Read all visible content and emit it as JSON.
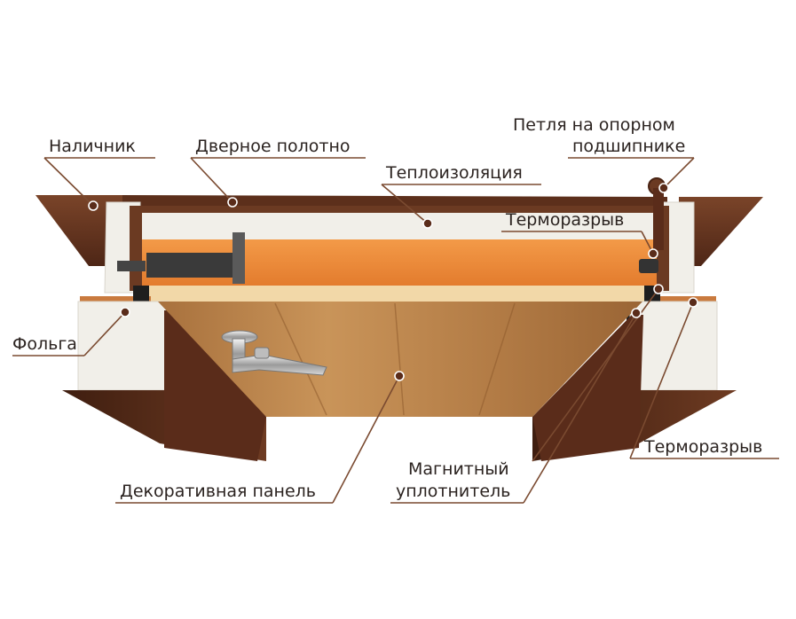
{
  "labels": {
    "nalichnik": "Наличник",
    "dvernoe_polotno": "Дверное полотно",
    "petlya_line1": "Петля на опорном",
    "petlya_line2": "подшипнике",
    "teploizolyaciya": "Теплоизоляция",
    "termorazryv_top": "Терморазрыв",
    "folga": "Фольга",
    "termorazryv_bottom": "Терморазрыв",
    "magnitny_line1": "Магнитный",
    "magnitny_line2": "уплотнитель",
    "dekorativnaya_panel": "Декоративная панель"
  },
  "colors": {
    "frame_brown": "#6b3a22",
    "frame_dark": "#4a2414",
    "insulation": "#f1efe9",
    "foam_orange": "#ee8a3c",
    "wood_panel": "#c08a4e",
    "seal_black": "#1e1e1e",
    "leader_line": "#7a4a30"
  },
  "icons": [
    "door-handle-icon",
    "hinge-icon"
  ]
}
